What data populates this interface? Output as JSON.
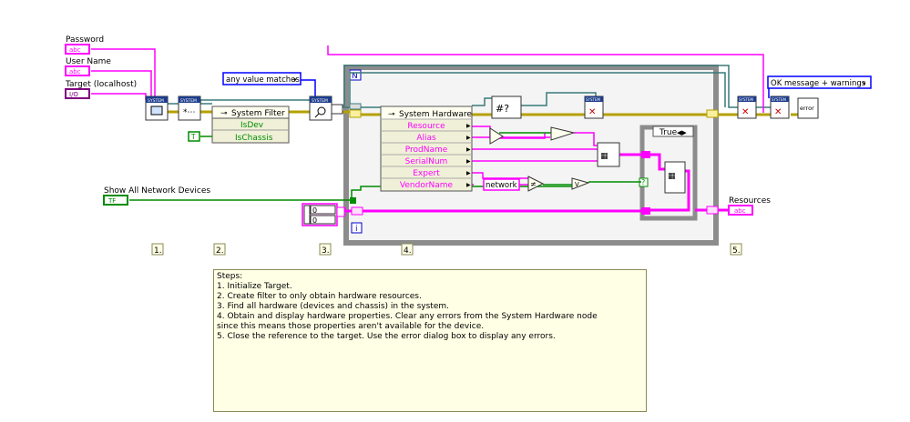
{
  "controls": {
    "password": "Password",
    "user_name": "User Name",
    "target": "Target (localhost)",
    "string_tag": "abc",
    "target_tag": "I/O",
    "show_all": "Show All Network Devices",
    "bool_tag": "TF"
  },
  "nodes": {
    "system": "SYSTEM",
    "system_filter": "System Filter",
    "filter_isdev": "IsDev",
    "filter_ischassis": "IsChassis",
    "true_const": "T",
    "any_value": "any value matches",
    "system_hardware": "System Hardware",
    "properties": [
      "Resource",
      "Alias",
      "ProdName",
      "SerialNum",
      "Expert",
      "VendorName"
    ],
    "network_const": "network",
    "numeric_zero": "0",
    "case_label": "True",
    "question": "?",
    "error_handler": "OK message + warnings",
    "error_text": "error",
    "resources": "Resources",
    "resources_tag": "abc",
    "loop_n": "N",
    "loop_i": "i",
    "ne": "≠",
    "or": "V"
  },
  "step_labels": [
    "1.",
    "2.",
    "3.",
    "4.",
    "5."
  ],
  "notes": {
    "lines": [
      "Steps:",
      "1. Initialize Target.",
      "2. Create filter to only obtain hardware resources.",
      "3. Find all hardware (devices and chassis) in the system.",
      "4. Obtain and display hardware properties. Clear any errors from the System Hardware node",
      "since this means those properties aren't available for the device.",
      "5. Close the reference to the target. Use the error dialog box to display any errors."
    ]
  },
  "colors": {
    "string_wire": "#ff00ff",
    "ref_wire": "#3a7a7a",
    "error_wire": "#b4a000",
    "bool_wire": "#008c00",
    "numeric_wire": "#0000ff",
    "structure_gray": "#9a9a9a"
  }
}
